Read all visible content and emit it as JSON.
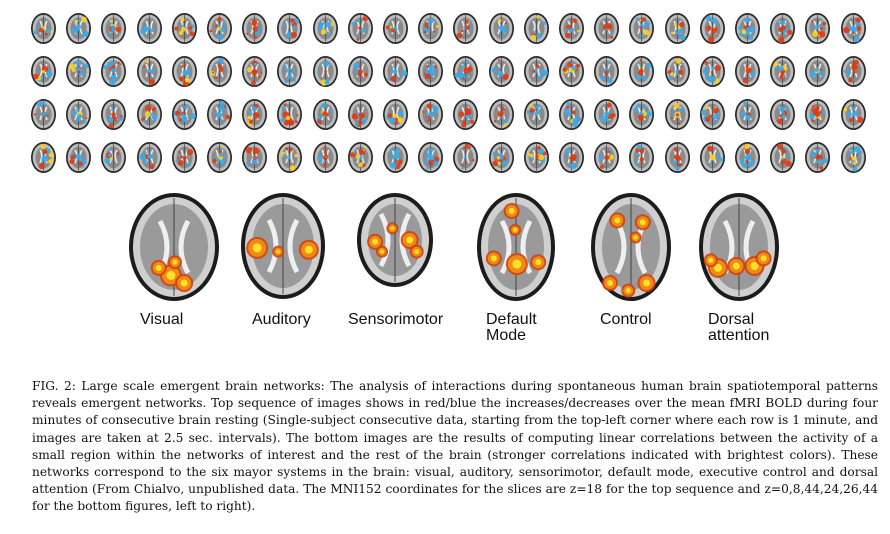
{
  "figure": {
    "grid": {
      "rows": 4,
      "cols": 24,
      "color_increase": "#e03a10",
      "color_decrease": "#3aa8e8",
      "color_bright": "#ffd21a"
    },
    "networks": [
      {
        "label": "Visual",
        "blobs": "visual"
      },
      {
        "label": "Auditory",
        "blobs": "auditory"
      },
      {
        "label": "Sensorimotor",
        "blobs": "sensorimotor"
      },
      {
        "label": "Default\nMode",
        "blobs": "default"
      },
      {
        "label": "Control",
        "blobs": "control"
      },
      {
        "label": "Dorsal\nattention",
        "blobs": "dorsal"
      }
    ],
    "caption": "FIG. 2: Large scale emergent brain networks: The analysis of interactions during spontaneous human brain spatiotemporal patterns reveals emergent networks. Top sequence of images shows in red/blue the increases/decreases over the mean fMRI BOLD during four minutes of consecutive brain resting (Single-subject consecutive data, starting from the top-left corner where each row is 1 minute, and images are taken at 2.5 sec. intervals). The bottom images are the results of computing linear correlations between the activity of a small region within the networks of interest and the rest of the brain (stronger correlations indicated with brightest colors). These networks correspond to the six mayor systems in the brain: visual, auditory, sensorimotor, default mode, executive control and dorsal attention (From Chialvo, unpublished data. The MNI152 coordinates for the slices are z=18 for the top sequence and z=0,8,44,24,26,44 for the bottom figures, left to right)."
  }
}
